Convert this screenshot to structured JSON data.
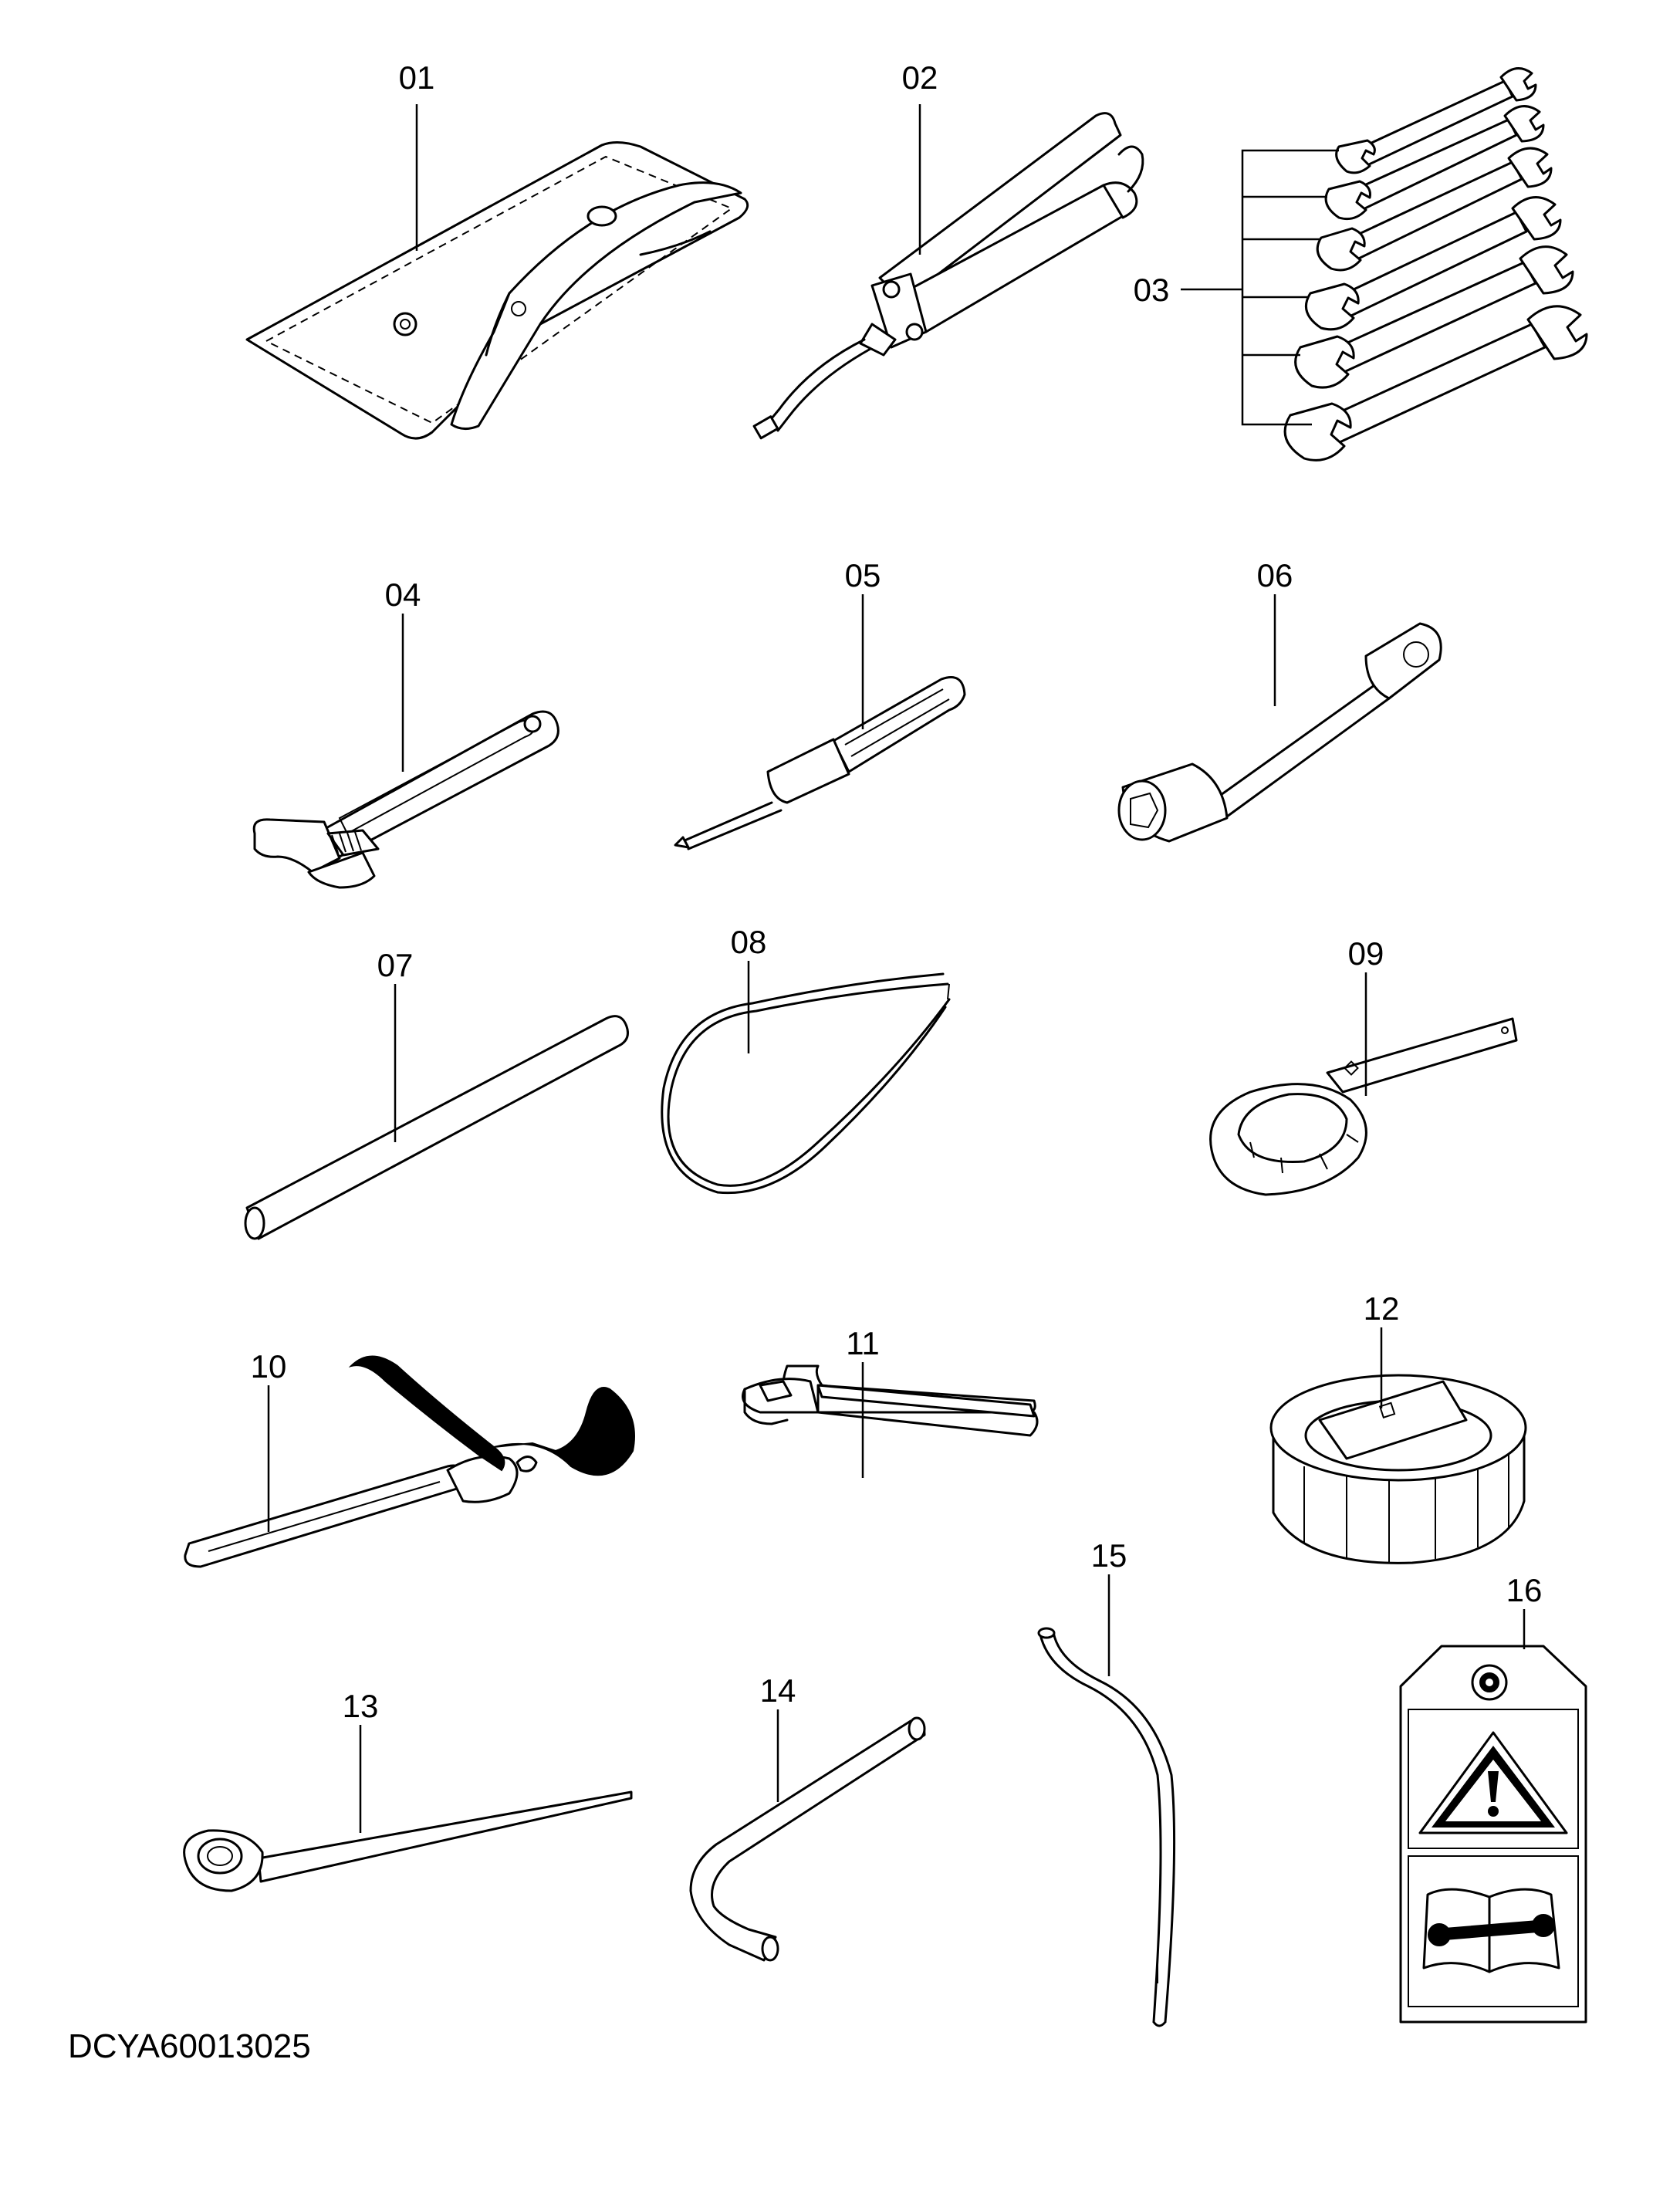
{
  "callouts": [
    {
      "id": "01"
    },
    {
      "id": "02"
    },
    {
      "id": "03"
    },
    {
      "id": "04"
    },
    {
      "id": "05"
    },
    {
      "id": "06"
    },
    {
      "id": "07"
    },
    {
      "id": "08"
    },
    {
      "id": "09"
    },
    {
      "id": "10"
    },
    {
      "id": "11"
    },
    {
      "id": "12"
    },
    {
      "id": "13"
    },
    {
      "id": "14"
    },
    {
      "id": "15"
    },
    {
      "id": "16"
    }
  ],
  "drawing_code": "DCYA60013025"
}
